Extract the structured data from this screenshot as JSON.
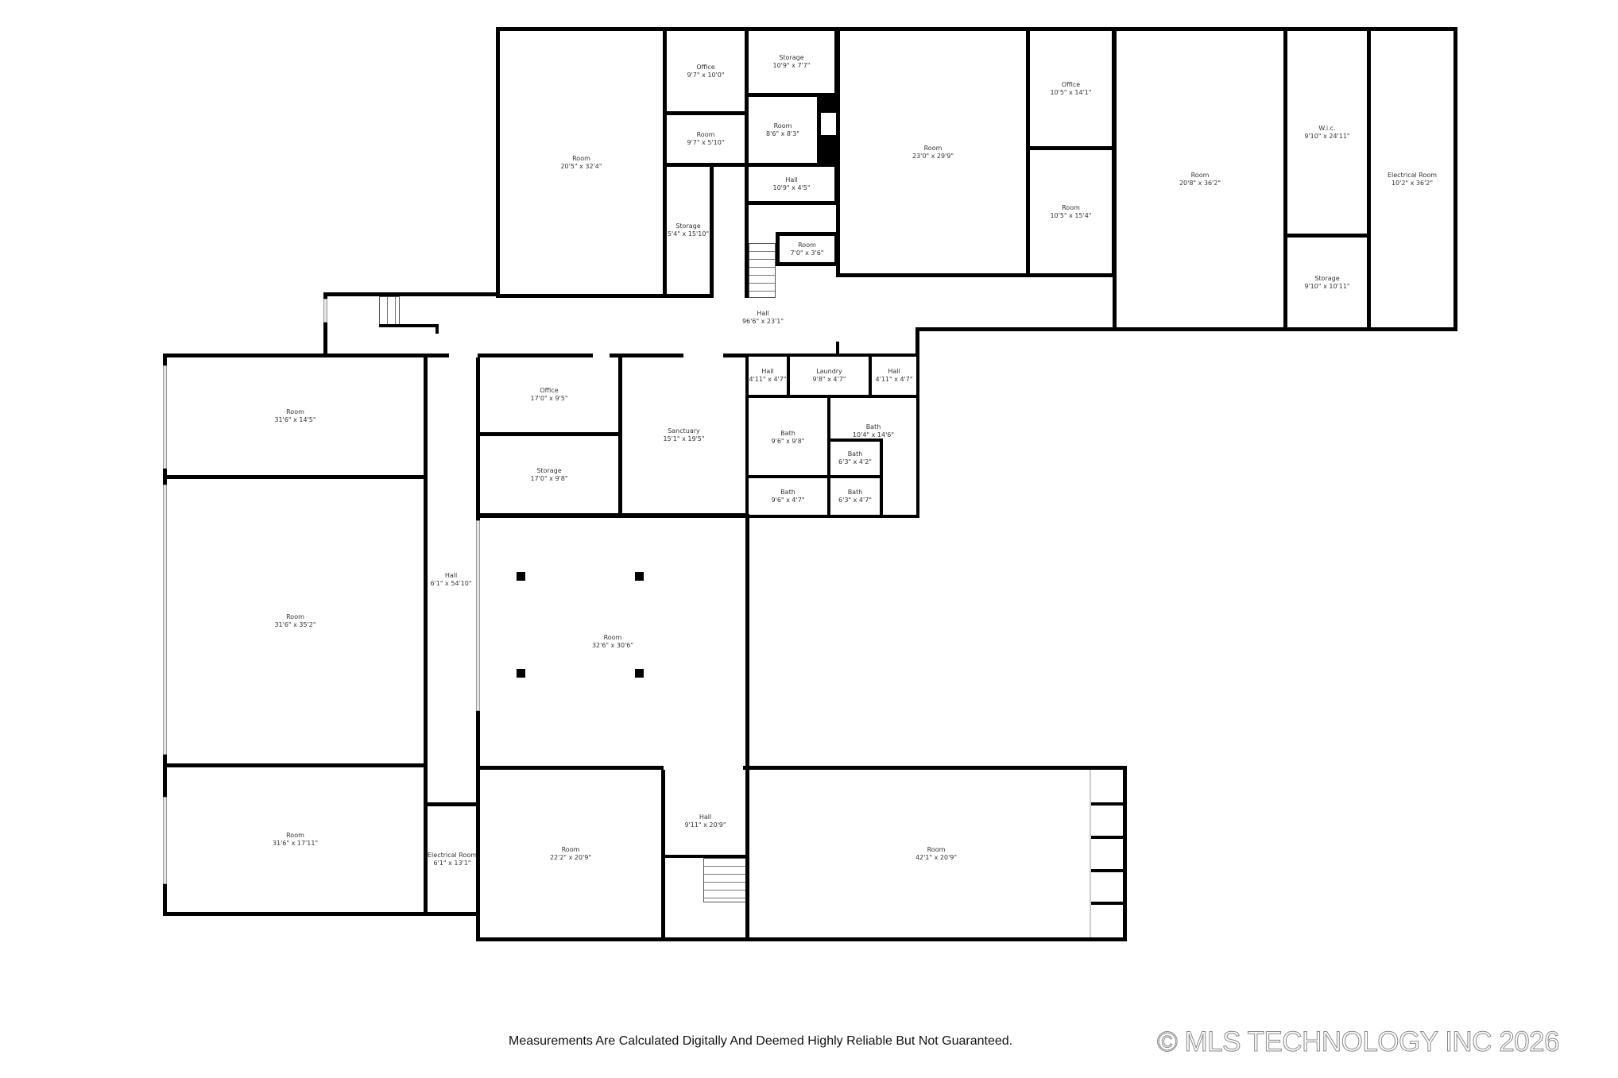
{
  "floorplan": {
    "rooms": [
      {
        "name": "Room",
        "dims": "20'5\" x 32'4\""
      },
      {
        "name": "Office",
        "dims": "9'7\" x 10'0\""
      },
      {
        "name": "Room",
        "dims": "9'7\" x 5'10\""
      },
      {
        "name": "Storage",
        "dims": "5'4\" x 15'10\""
      },
      {
        "name": "Storage",
        "dims": "10'9\" x 7'7\""
      },
      {
        "name": "Room",
        "dims": "8'6\" x 8'3\""
      },
      {
        "name": "Hall",
        "dims": "10'9\" x 4'5\""
      },
      {
        "name": "Room",
        "dims": "7'0\" x 3'6\""
      },
      {
        "name": "Room",
        "dims": "23'0\" x 29'9\""
      },
      {
        "name": "Office",
        "dims": "10'5\" x 14'1\""
      },
      {
        "name": "Room",
        "dims": "10'5\" x 15'4\""
      },
      {
        "name": "Room",
        "dims": "20'8\" x 36'2\""
      },
      {
        "name": "W.i.c.",
        "dims": "9'10\" x 24'11\""
      },
      {
        "name": "Storage",
        "dims": "9'10\" x 10'11\""
      },
      {
        "name": "Electrical Room",
        "dims": "10'2\" x 36'2\""
      },
      {
        "name": "Hall",
        "dims": "96'6\" x 23'1\""
      },
      {
        "name": "Room",
        "dims": "31'6\" x 14'5\""
      },
      {
        "name": "Room",
        "dims": "31'6\" x 35'2\""
      },
      {
        "name": "Room",
        "dims": "31'6\" x 17'11\""
      },
      {
        "name": "Hall",
        "dims": "6'1\" x 54'10\""
      },
      {
        "name": "Electrical Room",
        "dims": "6'1\" x 13'1\""
      },
      {
        "name": "Office",
        "dims": "17'0\" x 9'5\""
      },
      {
        "name": "Storage",
        "dims": "17'0\" x 9'8\""
      },
      {
        "name": "Sanctuary",
        "dims": "15'1\" x 19'5\""
      },
      {
        "name": "Hall",
        "dims": "4'11\" x 4'7\""
      },
      {
        "name": "Laundry",
        "dims": "9'8\" x 4'7\""
      },
      {
        "name": "Hall",
        "dims": "4'11\" x 4'7\""
      },
      {
        "name": "Bath",
        "dims": "9'6\" x 9'8\""
      },
      {
        "name": "Bath",
        "dims": "10'4\" x 14'6\""
      },
      {
        "name": "Bath",
        "dims": "6'3\" x 4'2\""
      },
      {
        "name": "Bath",
        "dims": "9'6\" x 4'7\""
      },
      {
        "name": "Bath",
        "dims": "6'3\" x 4'7\""
      },
      {
        "name": "Room",
        "dims": "32'6\" x 30'6\""
      },
      {
        "name": "Room",
        "dims": "22'2\" x 20'9\""
      },
      {
        "name": "Hall",
        "dims": "9'11\" x 20'9\""
      },
      {
        "name": "Room",
        "dims": "42'1\" x 20'9\""
      }
    ]
  },
  "footer": {
    "disclaimer": "Measurements Are Calculated Digitally And Deemed Highly Reliable But Not Guaranteed.",
    "copyright": "© MLS TECHNOLOGY INC 2026"
  }
}
